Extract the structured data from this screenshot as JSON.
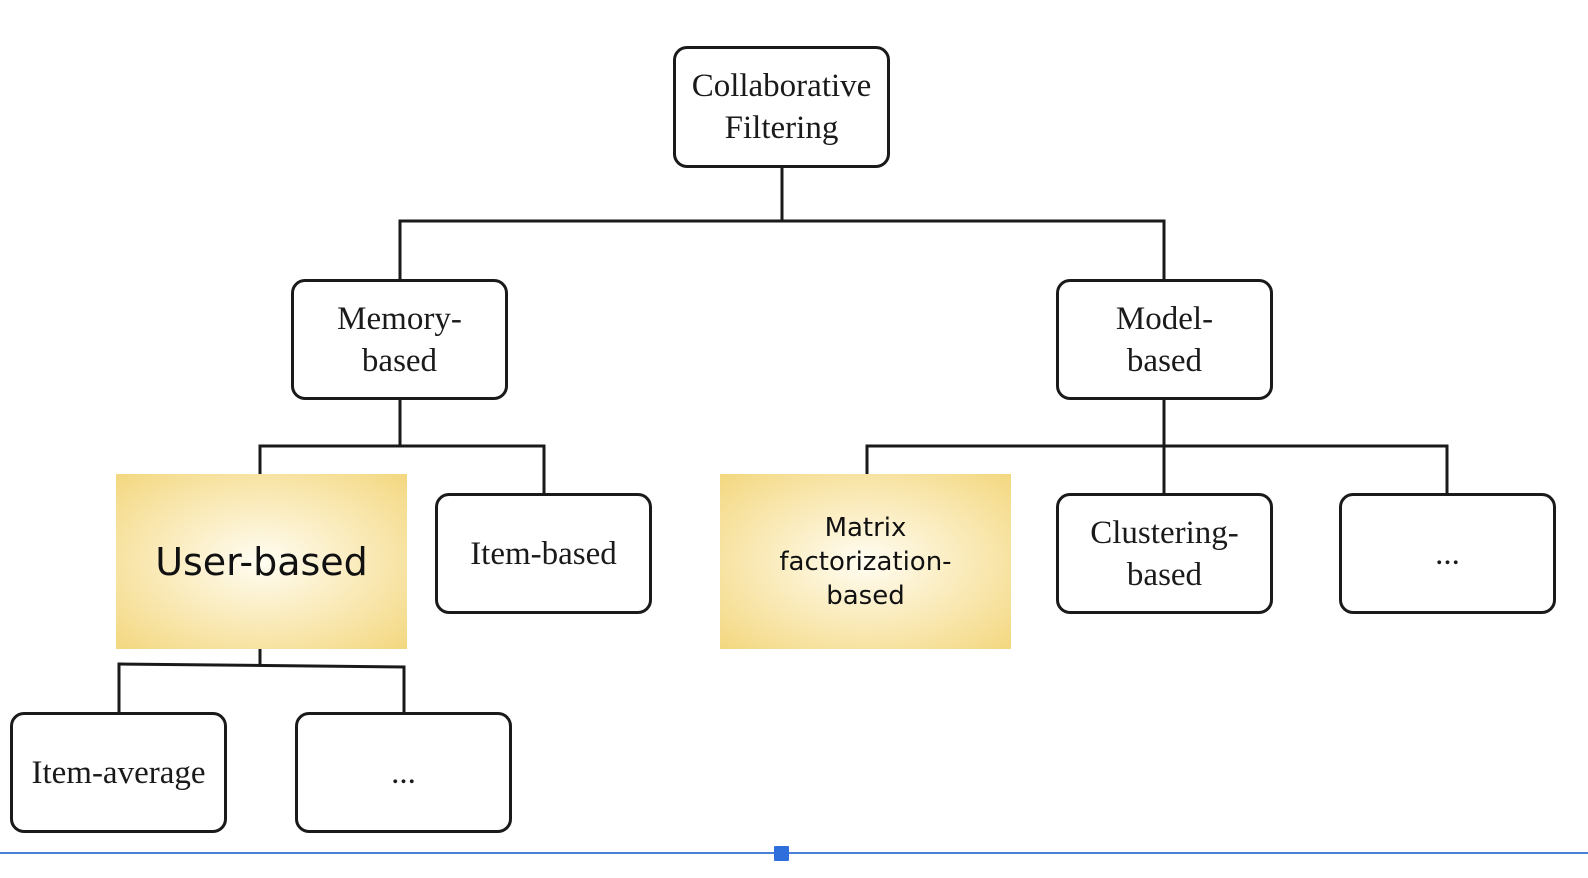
{
  "diagram": {
    "type": "tree",
    "root": {
      "lines": [
        "Collaborative",
        "Filtering"
      ]
    },
    "memory_based": {
      "lines": [
        "Memory-",
        "based"
      ]
    },
    "model_based": {
      "lines": [
        "Model-",
        "based"
      ]
    },
    "user_based": {
      "lines": [
        "User-based"
      ],
      "highlighted": true
    },
    "item_based": {
      "lines": [
        "Item-based"
      ]
    },
    "matrix_factorization": {
      "lines": [
        "Matrix",
        "factorization-",
        "based"
      ],
      "highlighted": true
    },
    "clustering_based": {
      "lines": [
        "Clustering-",
        "based"
      ]
    },
    "model_more": {
      "lines": [
        "..."
      ]
    },
    "item_average": {
      "lines": [
        "Item-average"
      ]
    },
    "user_more": {
      "lines": [
        "..."
      ]
    },
    "edges": [
      [
        "root",
        "memory_based"
      ],
      [
        "root",
        "model_based"
      ],
      [
        "memory_based",
        "user_based"
      ],
      [
        "memory_based",
        "item_based"
      ],
      [
        "model_based",
        "matrix_factorization"
      ],
      [
        "model_based",
        "clustering_based"
      ],
      [
        "model_based",
        "model_more"
      ],
      [
        "user_based",
        "item_average"
      ],
      [
        "user_based",
        "user_more"
      ]
    ]
  },
  "colors": {
    "box_border": "#1a1a1a",
    "connector": "#1a1a1a",
    "highlight_center": "#fffdf3",
    "highlight_edge": "#f3d77f",
    "selection_line": "#4a80d8",
    "selection_handle": "#2f6fdb"
  }
}
